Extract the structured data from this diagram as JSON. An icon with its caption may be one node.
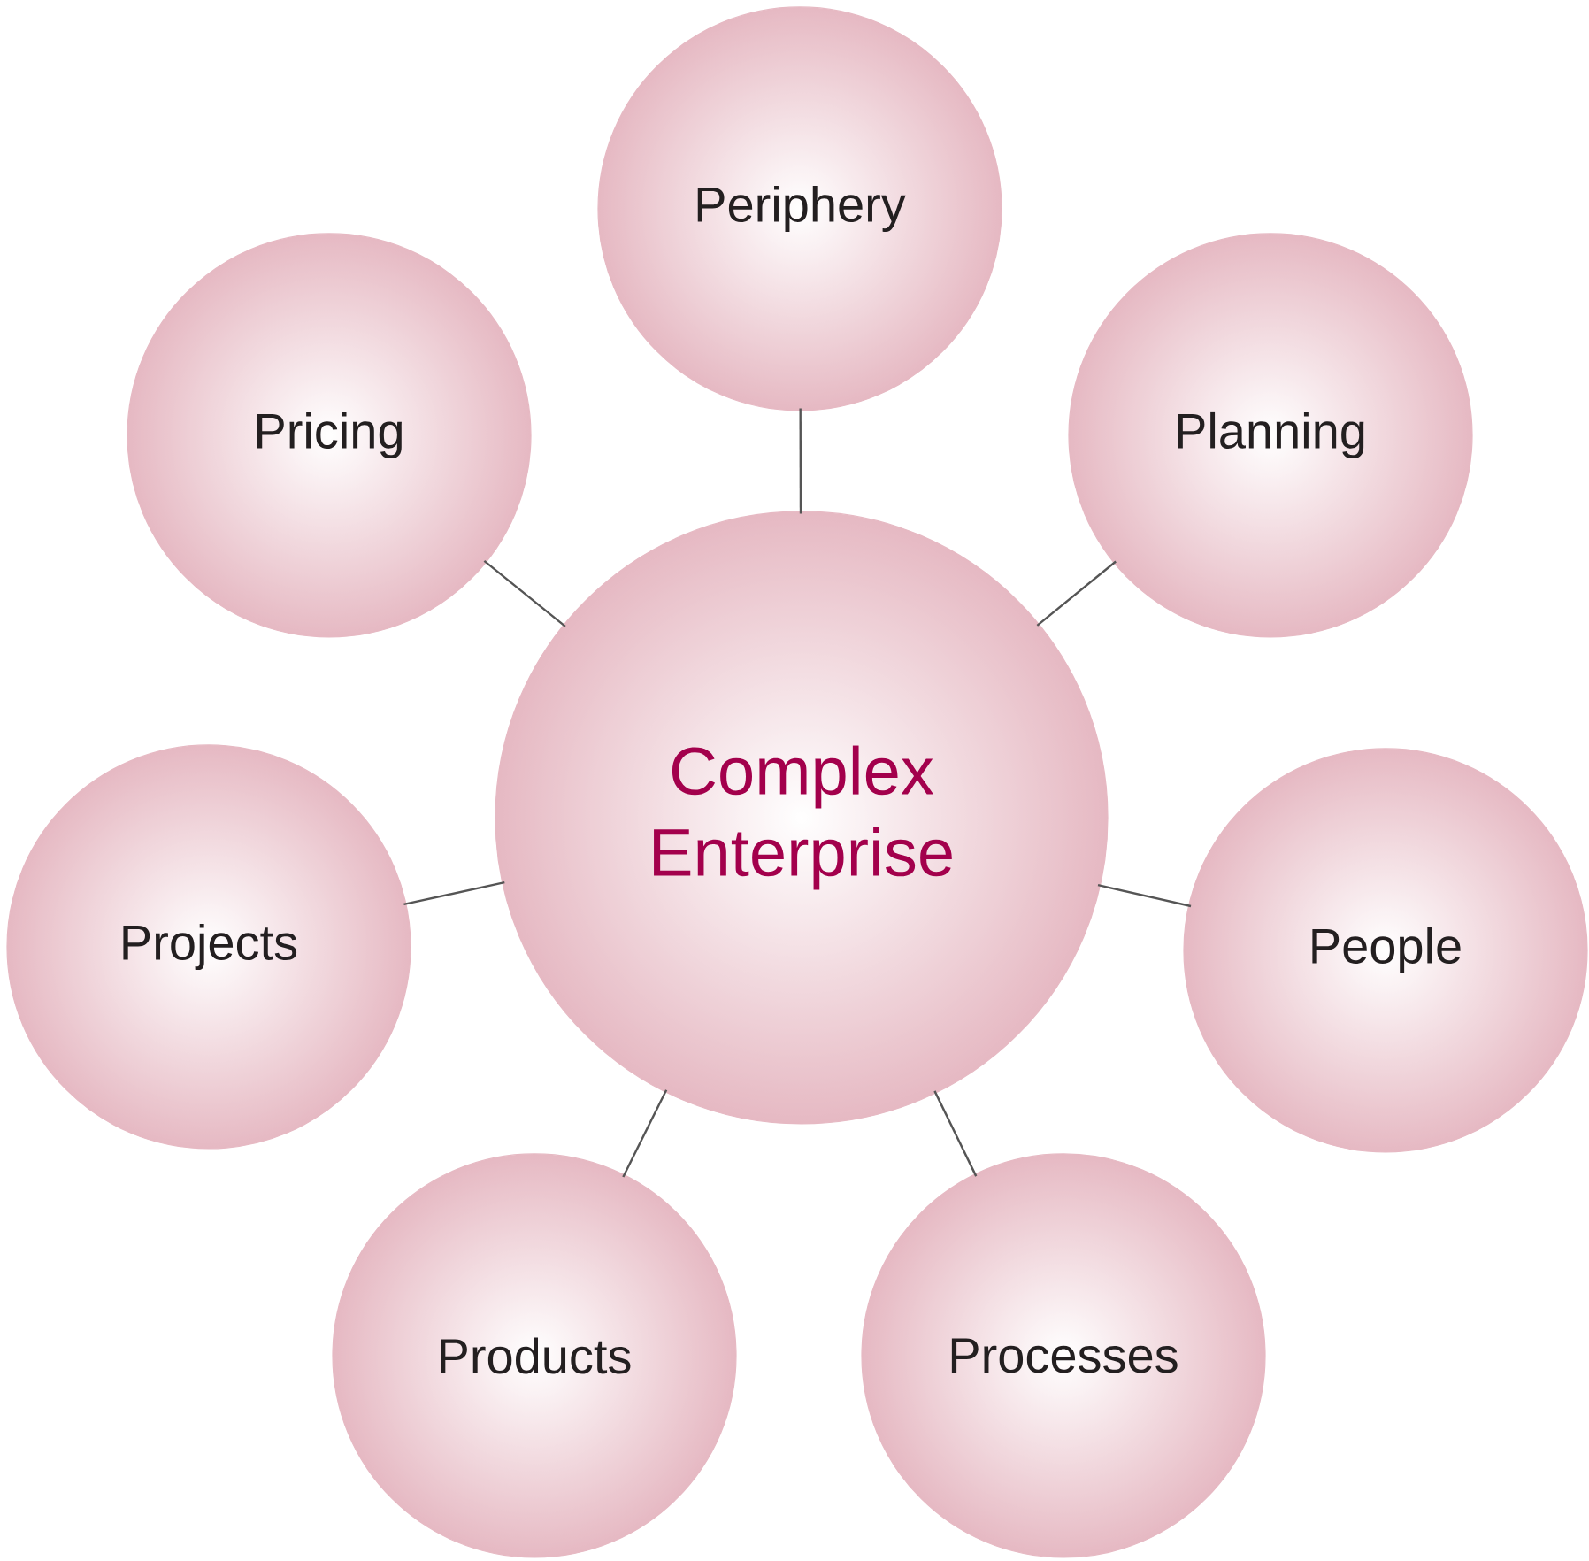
{
  "diagram": {
    "nodes": [
      {
        "text": [
          "Complex Enterprise"
        ]
      },
      {
        "text": [
          "Periphery"
        ]
      },
      {
        "text": [
          "Planning"
        ]
      },
      {
        "text": [
          "People"
        ]
      },
      {
        "text": [
          "Processes"
        ]
      },
      {
        "text": [
          "Products"
        ]
      },
      {
        "text": [
          "Projects"
        ]
      },
      {
        "text": [
          "Pricing"
        ]
      }
    ],
    "edges": [
      {
        "from": 0,
        "to": 1,
        "arrow": "none"
      },
      {
        "from": 0,
        "to": 2,
        "arrow": "none"
      },
      {
        "from": 0,
        "to": 3,
        "arrow": "none"
      },
      {
        "from": 0,
        "to": 4,
        "arrow": "none"
      },
      {
        "from": 0,
        "to": 5,
        "arrow": "none"
      },
      {
        "from": 0,
        "to": 6,
        "arrow": "none"
      },
      {
        "from": 0,
        "to": 7,
        "arrow": "none"
      }
    ]
  }
}
